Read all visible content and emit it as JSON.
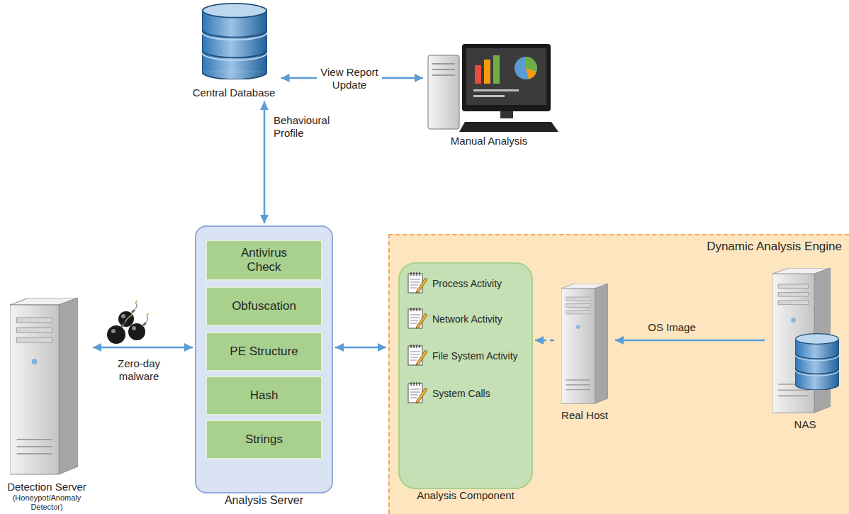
{
  "diagram": {
    "nodes": [
      {
        "text": [
          "Central Database"
        ]
      },
      {
        "text": [
          "Manual Analysis"
        ]
      },
      {
        "text": [
          "Detection Server",
          "(Honeypot/Anomaly Detector)"
        ]
      },
      {
        "text": [
          "Analysis Server"
        ]
      },
      {
        "text": [
          "Antivirus Check"
        ],
        "in": 3
      },
      {
        "text": [
          "Obfuscation"
        ],
        "in": 3
      },
      {
        "text": [
          "PE Structure"
        ],
        "in": 3
      },
      {
        "text": [
          "Hash"
        ],
        "in": 3
      },
      {
        "text": [
          "Strings"
        ],
        "in": 3
      },
      {
        "text": [
          "Dynamic Analysis Engine"
        ]
      },
      {
        "text": [
          "Analysis Component"
        ],
        "in": 9
      },
      {
        "text": [
          "Process Activity"
        ],
        "in": 10
      },
      {
        "text": [
          "Network Activity"
        ],
        "in": 10
      },
      {
        "text": [
          "File System Activity"
        ],
        "in": 10
      },
      {
        "text": [
          "System Calls"
        ],
        "in": 10
      },
      {
        "text": [
          "Real Host"
        ],
        "in": 9
      },
      {
        "text": [
          "NAS"
        ],
        "in": 9
      }
    ],
    "edges": [
      {
        "from": 0,
        "to": 1,
        "label": "View Report Update",
        "arrow": "both"
      },
      {
        "from": 3,
        "to": 0,
        "label": "Behavioural Profile",
        "arrow": "both"
      },
      {
        "from": 2,
        "to": 3,
        "label": "Zero-day malware",
        "arrow": "both"
      },
      {
        "from": 3,
        "to": 9,
        "arrow": "both"
      },
      {
        "from": 15,
        "to": 10,
        "arrow": "to"
      },
      {
        "from": 16,
        "to": 15,
        "label": "OS Image",
        "arrow": "to"
      }
    ]
  }
}
